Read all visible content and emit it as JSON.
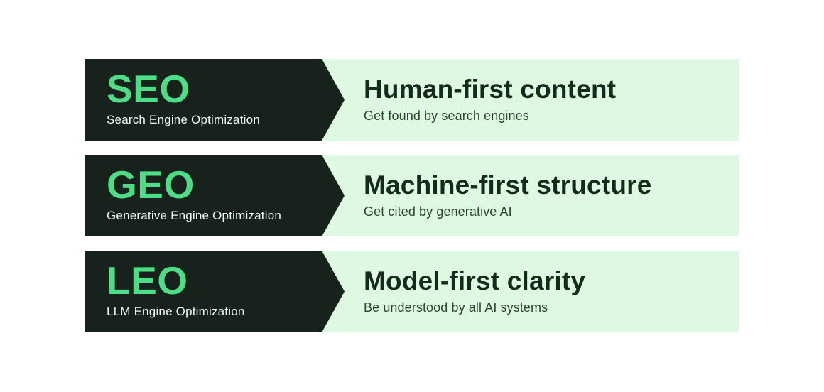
{
  "colors": {
    "page_background": "#ffffff",
    "dark_panel": "#16221b",
    "accent_green": "#4edd86",
    "light_panel": "#dff8e1",
    "title_text": "#15291d",
    "subtitle_text": "#2a4533",
    "dark_panel_subtitle_text": "#f4f8f4"
  },
  "rows": [
    {
      "acronym": "SEO",
      "acronym_full": "Search Engine Optimization",
      "title": "Human-first content",
      "subtitle": "Get found by search engines"
    },
    {
      "acronym": "GEO",
      "acronym_full": "Generative Engine Optimization",
      "title": "Machine-first structure",
      "subtitle": "Get cited by generative AI"
    },
    {
      "acronym": "LEO",
      "acronym_full": "LLM Engine Optimization",
      "title": "Model-first clarity",
      "subtitle": "Be understood by all AI systems"
    }
  ]
}
